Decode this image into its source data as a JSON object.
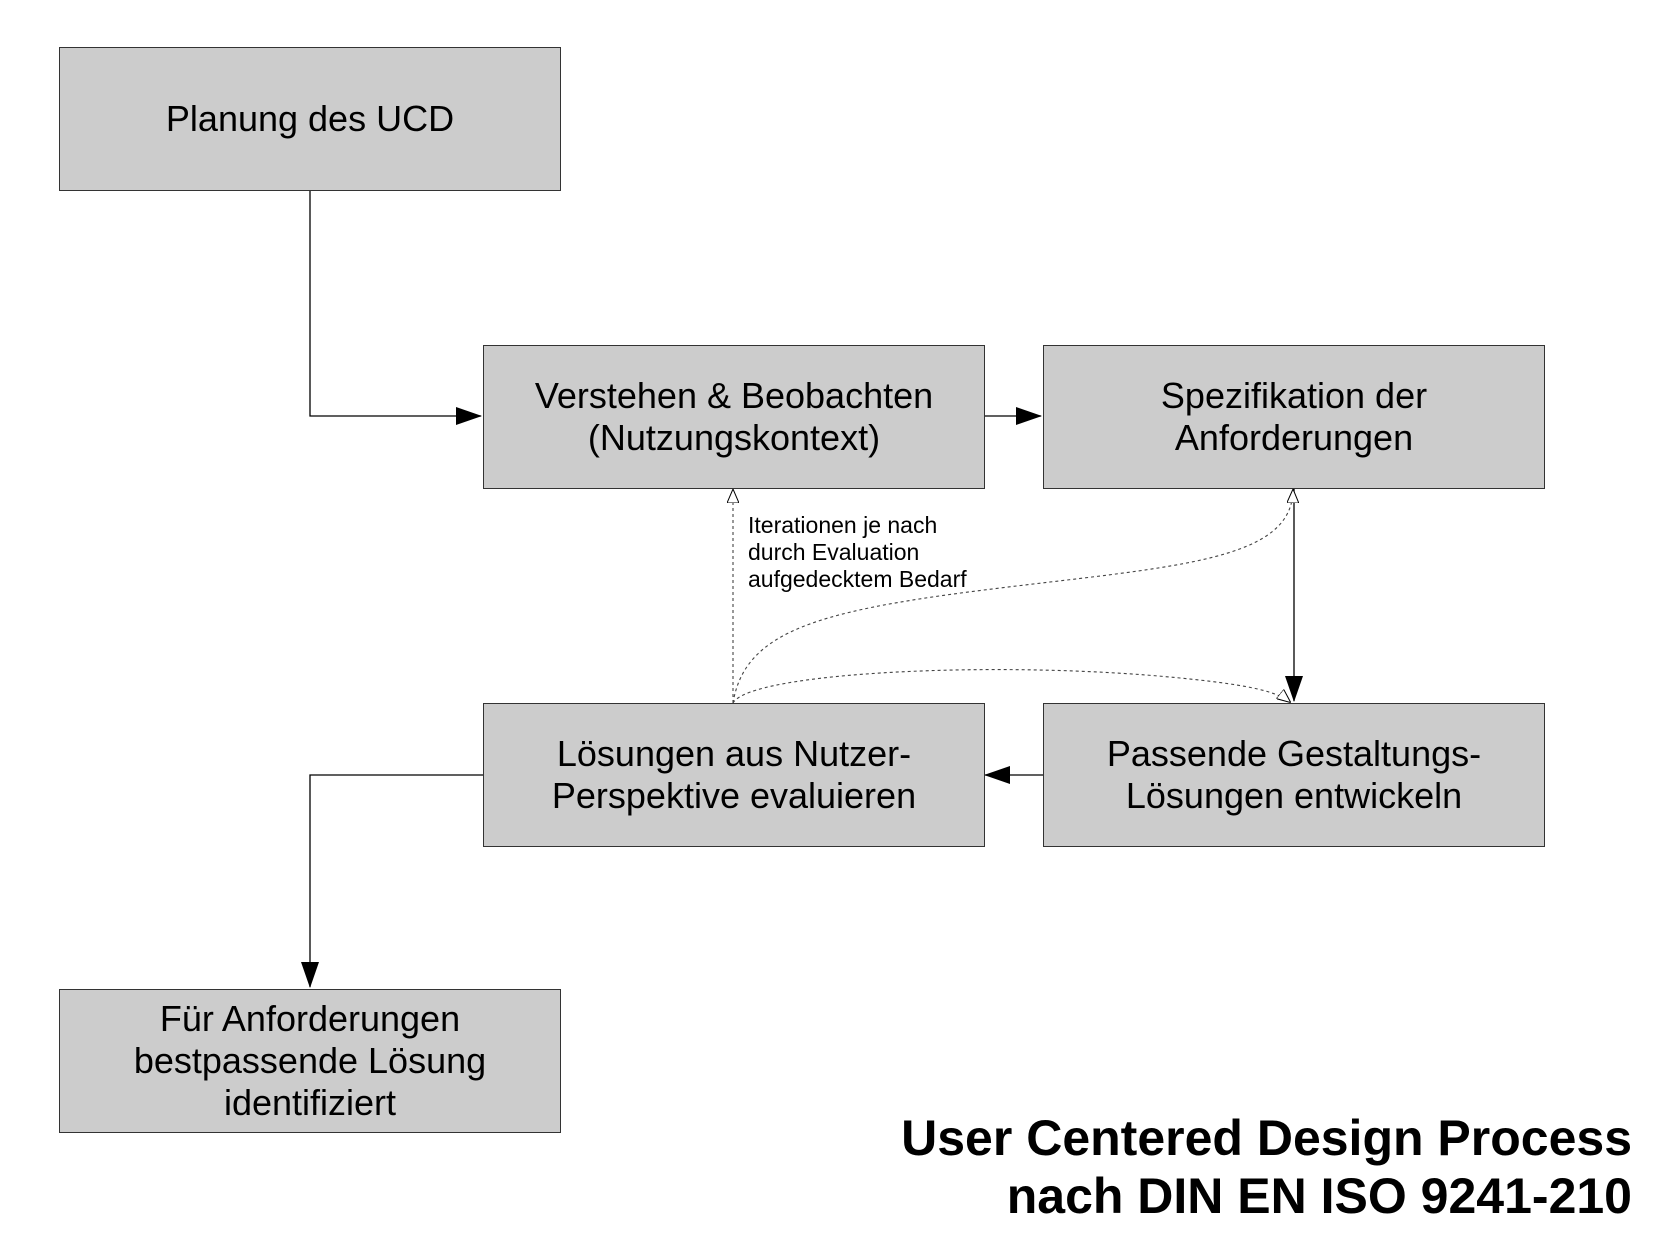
{
  "diagram": {
    "boxes": {
      "planung": "Planung des UCD",
      "verstehen": "Verstehen & Beobachten\n(Nutzungskontext)",
      "spezifikation": "Spezifikation der\nAnforderungen",
      "loesungen_eval": "Lösungen aus Nutzer-\nPerspektive evaluieren",
      "gestaltung": "Passende Gestaltungs-\nLösungen entwickeln",
      "identifiziert": "Für Anforderungen\nbestpassende Lösung\nidentifiziert"
    },
    "iteration_note": "Iterationen je nach\ndurch Evaluation\naufgedecktem Bedarf",
    "title": "User Centered Design Process\nnach DIN EN ISO 9241-210",
    "colors": {
      "box_fill": "#cccccc",
      "box_border": "#333333",
      "line": "#000000",
      "background": "#ffffff"
    }
  }
}
